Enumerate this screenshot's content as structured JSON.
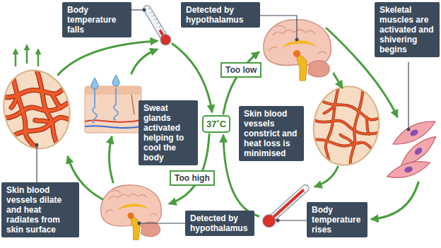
{
  "diagram": {
    "nodes": [
      {
        "text": [
          "Body temperature falls"
        ]
      },
      {
        "text": [
          "Detected by hypothalamus"
        ]
      },
      {
        "text": [
          "Skeletal muscles are activated and shivering begins"
        ]
      },
      {
        "text": [
          "Sweat glands activated helping to cool the body"
        ]
      },
      {
        "text": [
          "Too low"
        ]
      },
      {
        "text": [
          "Skin blood vessels constrict and heat loss is minimised"
        ]
      },
      {
        "text": [
          "37˚C"
        ]
      },
      {
        "text": [
          "Too high"
        ]
      },
      {
        "text": [
          "Skin blood vessels dilate and heat radiates from skin surface"
        ]
      },
      {
        "text": [
          "Detected by hypothalamus"
        ]
      },
      {
        "text": [
          "Body temperature rises"
        ]
      }
    ]
  }
}
